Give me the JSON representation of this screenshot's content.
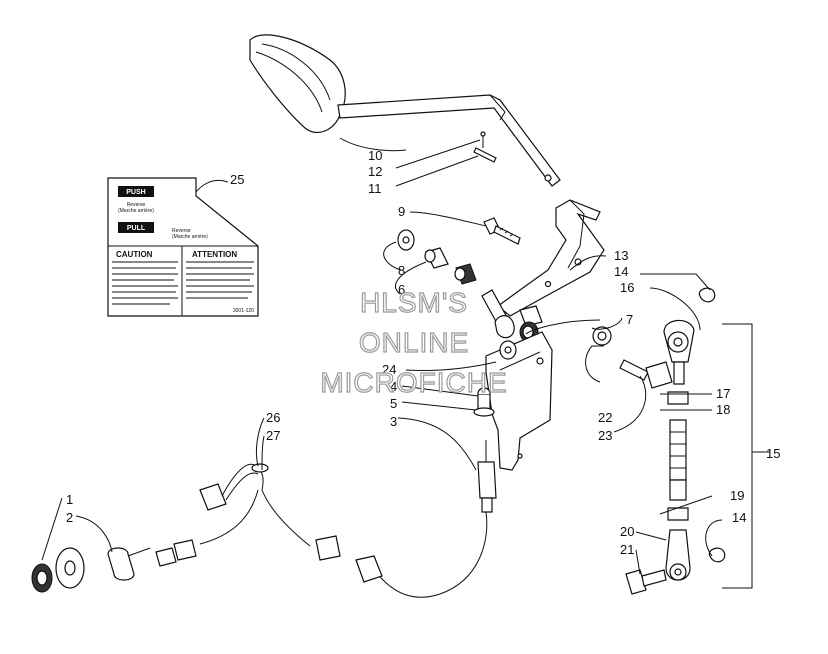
{
  "callouts": {
    "c1": "1",
    "c2": "2",
    "c3": "3",
    "c4": "4",
    "c5": "5",
    "c6": "6",
    "c7": "7",
    "c8": "8",
    "c9": "9",
    "c10": "10",
    "c11": "11",
    "c12": "12",
    "c13": "13",
    "c14a": "14",
    "c14b": "14",
    "c15": "15",
    "c16": "16",
    "c17": "17",
    "c18": "18",
    "c19": "19",
    "c20": "20",
    "c21": "21",
    "c22": "22",
    "c23": "23",
    "c24": "24",
    "c25": "25",
    "c26": "26",
    "c27": "27"
  },
  "decal": {
    "push_label": "PUSH",
    "push_sub": "Reverse",
    "push_sub2": "(Marche arrière)",
    "pull_label": "PULL",
    "pull_sub": "Reverse",
    "pull_sub2": "(Marche arrière)",
    "caution_title": "CAUTION",
    "attention_title": "ATTENTION",
    "part_number": "3001-120"
  },
  "watermark": {
    "line1": "HLSM'S",
    "line2": "ONLINE",
    "line3": "MICROFICHE"
  }
}
